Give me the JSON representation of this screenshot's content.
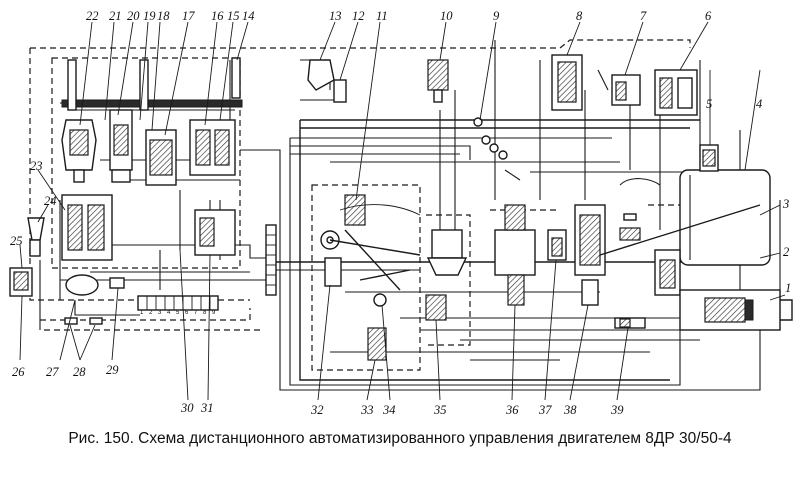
{
  "figure": {
    "caption": "Рис. 150. Схема дистанционного автоматизированного управления двигателем 8ДР 30/50-4"
  },
  "callouts": {
    "c1": "1",
    "c2": "2",
    "c3": "3",
    "c4": "4",
    "c5": "5",
    "c6": "6",
    "c7": "7",
    "c8": "8",
    "c9": "9",
    "c10": "10",
    "c11": "11",
    "c12": "12",
    "c13": "13",
    "c14": "14",
    "c15": "15",
    "c16": "16",
    "c17": "17",
    "c18": "18",
    "c19": "19",
    "c20": "20",
    "c21": "21",
    "c22": "22",
    "c23": "23",
    "c24": "24",
    "c25": "25",
    "c26": "26",
    "c27": "27",
    "c28": "28",
    "c29": "29",
    "c30": "30",
    "c31": "31",
    "c32": "32",
    "c33": "33",
    "c34": "34",
    "c35": "35",
    "c36": "36",
    "c37": "37",
    "c38": "38",
    "c39": "39"
  },
  "terminal_strip": [
    "1",
    "2",
    "3",
    "4",
    "5",
    "6",
    "7",
    "8",
    "9"
  ]
}
